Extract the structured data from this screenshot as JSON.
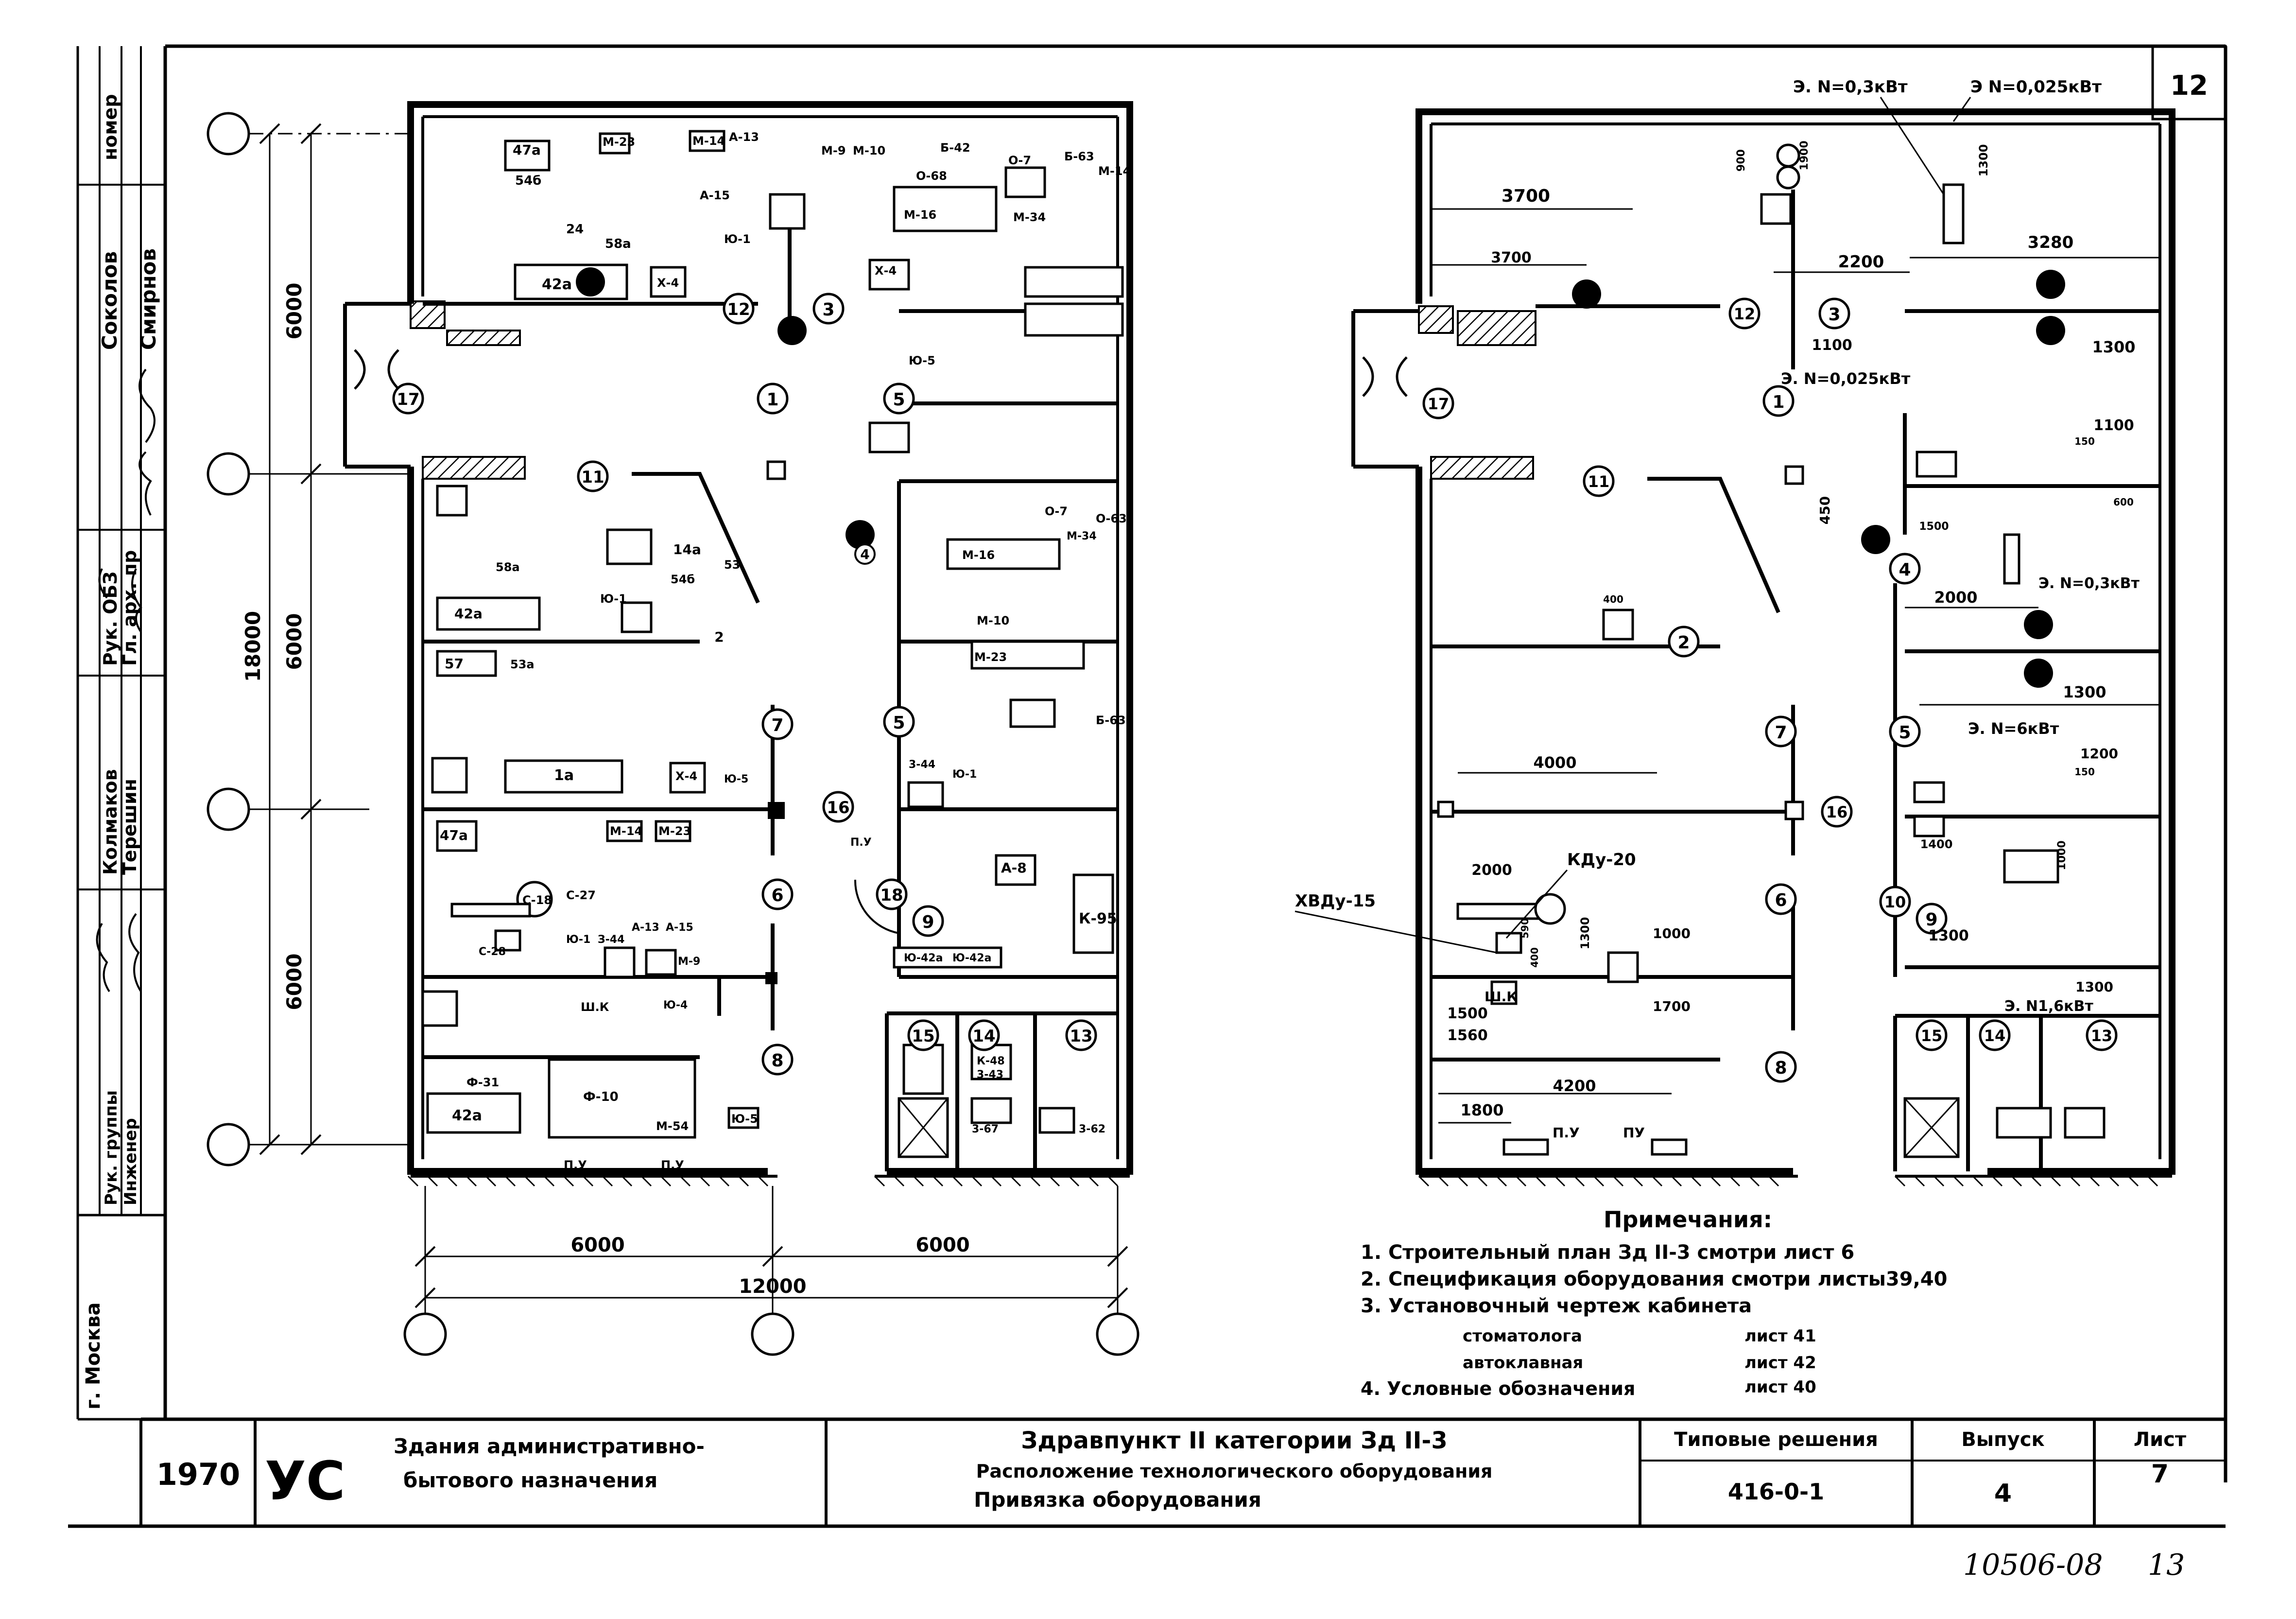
{
  "sheet_no_top_right": "12",
  "handwritten_code": "10506-08",
  "handwritten_page": "13",
  "left_margin": {
    "col_header": "номер",
    "names": [
      "Соколов",
      "Смирнов"
    ],
    "roles": [
      "Рук. ОБЗ",
      "Гл. арх. пр",
      "Рук. группы",
      "Инженер"
    ],
    "names2": [
      "Колмаков",
      "Терешин"
    ],
    "city": "г. Москва"
  },
  "title_block": {
    "year": "1970",
    "logo": "УС",
    "building_line1": "Здания административно-",
    "building_line2": "бытового назначения",
    "title_line1": "Здравпункт II категории Зд II-3",
    "title_line2": "Расположение технологического оборудования",
    "title_line3": "Привязка оборудования",
    "series_label": "Типовые решения",
    "series_value": "416-0-1",
    "issue_label": "Выпуск",
    "issue_value": "4",
    "sheet_label": "Лист",
    "sheet_value": "7"
  },
  "notes": {
    "heading": "Примечания:",
    "items": [
      "1. Строительный план Зд II-3 смотри лист 6",
      "2. Спецификация оборудования смотри листы39,40",
      "3. Установочный чертеж кабинета"
    ],
    "sub_items": [
      {
        "label": "стоматолога",
        "ref": "лист 41"
      },
      {
        "label": "автоклавная",
        "ref": "лист 42"
      }
    ],
    "item4": "4. Условные обозначения",
    "item4_ref": "лист 40"
  },
  "left_plan": {
    "dims_vertical": [
      "6000",
      "6000",
      "18000",
      "6000"
    ],
    "dims_horizontal": [
      "6000",
      "6000",
      "12000"
    ],
    "rooms": [
      "1",
      "2",
      "3",
      "4",
      "5",
      "5",
      "6",
      "7",
      "8",
      "9",
      "11",
      "12",
      "13",
      "14",
      "15",
      "16",
      "17",
      "18"
    ],
    "equipment": [
      "47а",
      "54б",
      "М-23",
      "М-14",
      "А-13",
      "М-9",
      "М-10",
      "Б-42",
      "О-7",
      "Б-63",
      "М-14",
      "Ю-1",
      "А-15",
      "О-68",
      "М-16",
      "М-34",
      "24",
      "58а",
      "42а",
      "Х-4",
      "Х-4",
      "Ю-5",
      "14а",
      "54б",
      "53",
      "58а",
      "42а",
      "Ю-1",
      "57",
      "53а",
      "1а",
      "Х-4",
      "Ю-5",
      "М-14",
      "М-23",
      "47а",
      "С-27",
      "С-18",
      "С-28",
      "Ю-1",
      "З-44",
      "А-13",
      "А-15",
      "М-9",
      "Ю-4",
      "Ш.К",
      "Ф-31",
      "42а",
      "Ф-10",
      "М-54",
      "Ю-5",
      "П.У",
      "П.У",
      "3-44",
      "Ю-1",
      "О-7",
      "О-63",
      "М-16",
      "М-34",
      "М-10",
      "М-23",
      "Б-63",
      "К-95",
      "А-8",
      "Ю-42а",
      "Ю-42а",
      "К-48",
      "3-43",
      "3-67",
      "3-62",
      "П.У"
    ]
  },
  "right_plan": {
    "dims": [
      "3700",
      "3700",
      "2200",
      "3280",
      "1100",
      "1300",
      "1100",
      "1300",
      "2000",
      "1300",
      "4000",
      "2000",
      "1500",
      "1560",
      "1800",
      "4200",
      "1700",
      "1000",
      "1200",
      "1300",
      "1400",
      "900",
      "1900",
      "1300",
      "450",
      "1500",
      "150",
      "600",
      "400",
      "1000",
      "150",
      "590",
      "400",
      "1300"
    ],
    "power_labels": [
      "Э. N=0,3кВт",
      "Э N=0,025кВт",
      "Э. N=0,025кВт",
      "Э. N=0,3кВт",
      "Э. N=6кВт",
      "Э. N1,6кВт"
    ],
    "pipe_labels": [
      "ХВДу-15",
      "КДу-20",
      "Ш.К",
      "П.У",
      "ПУ"
    ],
    "rooms": [
      "1",
      "2",
      "3",
      "4",
      "5",
      "6",
      "7",
      "8",
      "9",
      "10",
      "11",
      "12",
      "13",
      "14",
      "15",
      "16",
      "17"
    ]
  }
}
